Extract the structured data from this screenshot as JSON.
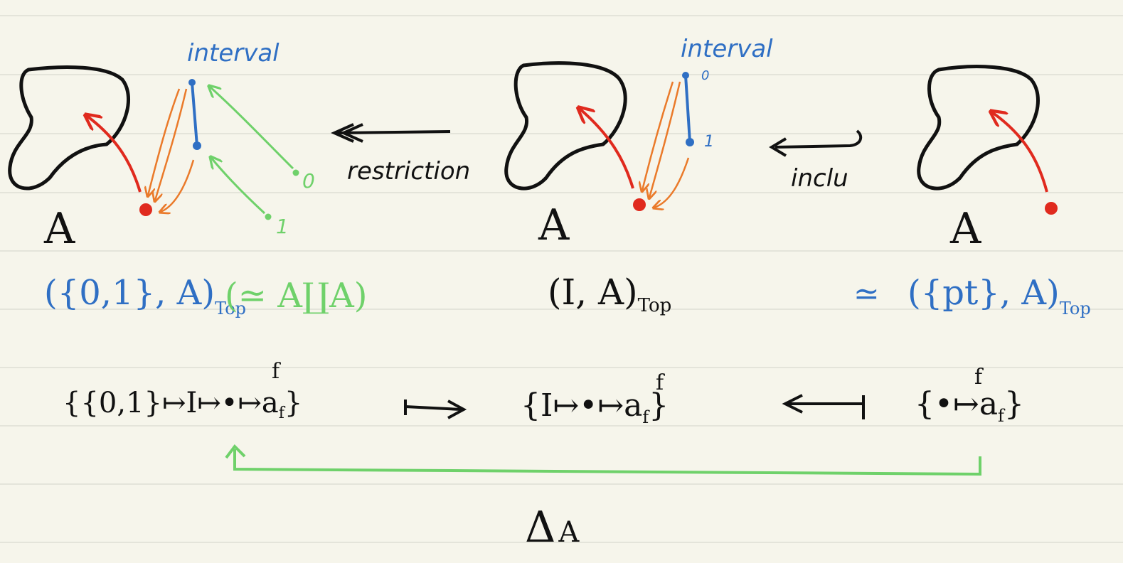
{
  "colors": {
    "paper": "#f6f5eb",
    "rule": "#d9d9cf",
    "ink": "#111111",
    "blue": "#2f6fc4",
    "red": "#e02a1e",
    "orange": "#ea7a2a",
    "green": "#6fd16a"
  },
  "top_row": {
    "left": {
      "space_label": "A",
      "interval_label": "interval",
      "green_endpoint_0": "0",
      "green_endpoint_1": "1"
    },
    "middle": {
      "space_label": "A",
      "interval_label": "interval",
      "endpoint_0": "0",
      "endpoint_1": "1"
    },
    "right": {
      "space_label": "A"
    },
    "arrow_restriction_label": "restriction",
    "arrow_inclusion_label": "inclu"
  },
  "hom_row": {
    "left": "({0,1}, A)",
    "left_sub": "Top",
    "left_iso": "(≃ A∐A)",
    "middle": "(I, A)",
    "middle_sub": "Top",
    "right_iso": "≃",
    "right": "({pt}, A)",
    "right_sub": "Top"
  },
  "map_row": {
    "left": "{{0,1}↦I↦•↦a",
    "left_sub": "f",
    "left_close": "}",
    "left_f": "f",
    "middle": "{I↦•↦a",
    "middle_sub": "f",
    "middle_close": "}",
    "middle_f": "f",
    "right": "{•↦a",
    "right_sub": "f",
    "right_close": "}",
    "right_f": "f"
  },
  "bottom": {
    "diagonal_label": "Δ",
    "diagonal_sub": "A"
  }
}
